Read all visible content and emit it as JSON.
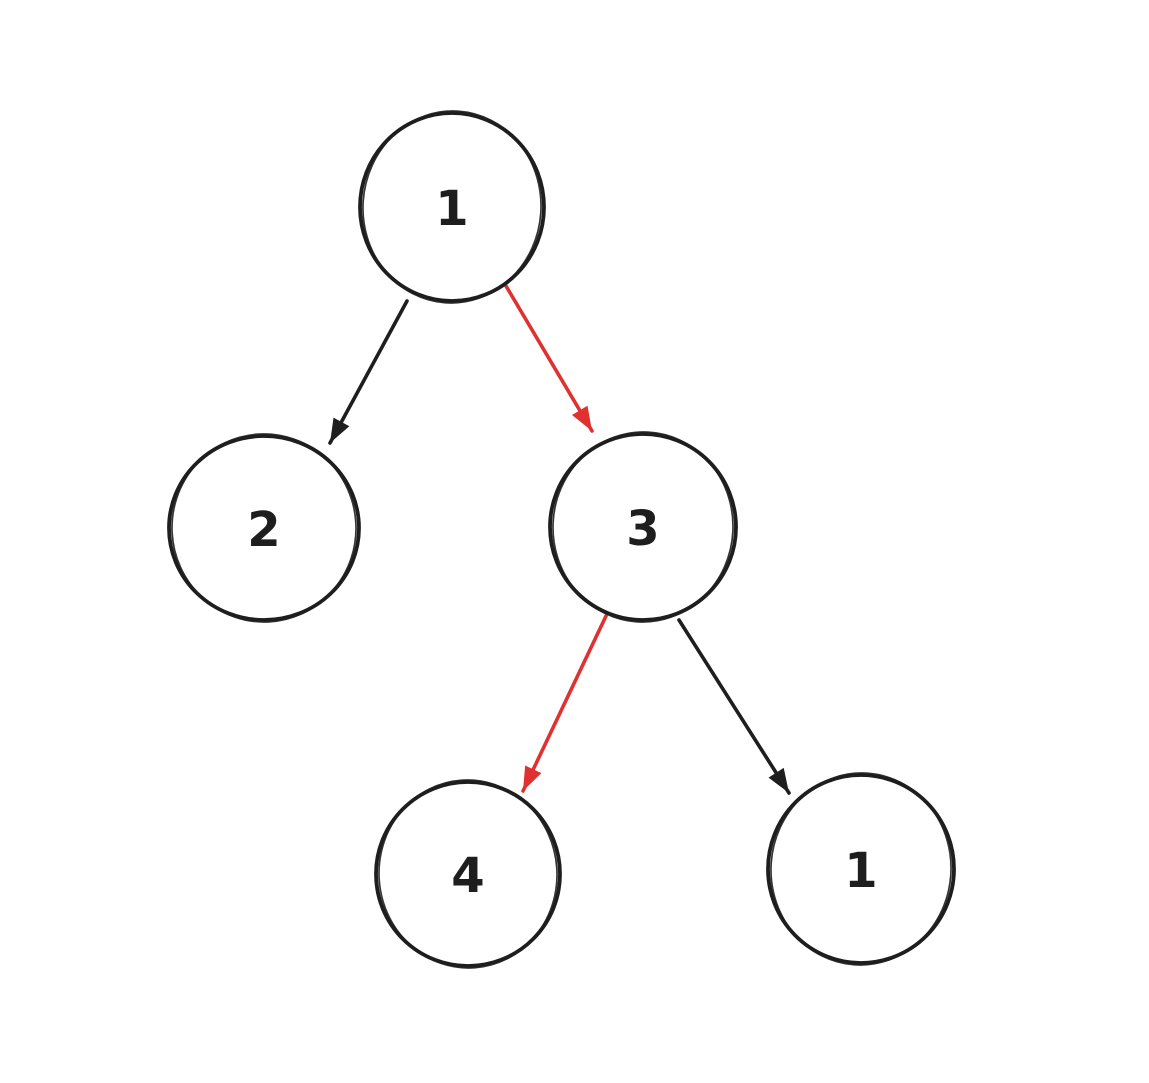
{
  "diagram": {
    "type": "binary-tree",
    "background_color": "#ffffff",
    "node_stroke_color": "#1e1e1e",
    "text_color": "#1e1e1e",
    "edge_default_color": "#1e1e1e",
    "edge_highlight_color": "#e03131",
    "nodes": [
      {
        "id": "root",
        "label": "1",
        "role": "root"
      },
      {
        "id": "root-left",
        "label": "2",
        "role": "left child of root"
      },
      {
        "id": "root-right",
        "label": "3",
        "role": "right child of root"
      },
      {
        "id": "right-left-leaf",
        "label": "4",
        "role": "left child of node 3"
      },
      {
        "id": "right-right-leaf",
        "label": "1",
        "role": "right child of node 3"
      }
    ],
    "edges": [
      {
        "from": "root",
        "to": "root-left",
        "color": "#1e1e1e",
        "style": "arrow"
      },
      {
        "from": "root",
        "to": "root-right",
        "color": "#e03131",
        "style": "arrow"
      },
      {
        "from": "root-right",
        "to": "right-left-leaf",
        "color": "#e03131",
        "style": "arrow"
      },
      {
        "from": "root-right",
        "to": "right-right-leaf",
        "color": "#1e1e1e",
        "style": "arrow"
      }
    ]
  }
}
